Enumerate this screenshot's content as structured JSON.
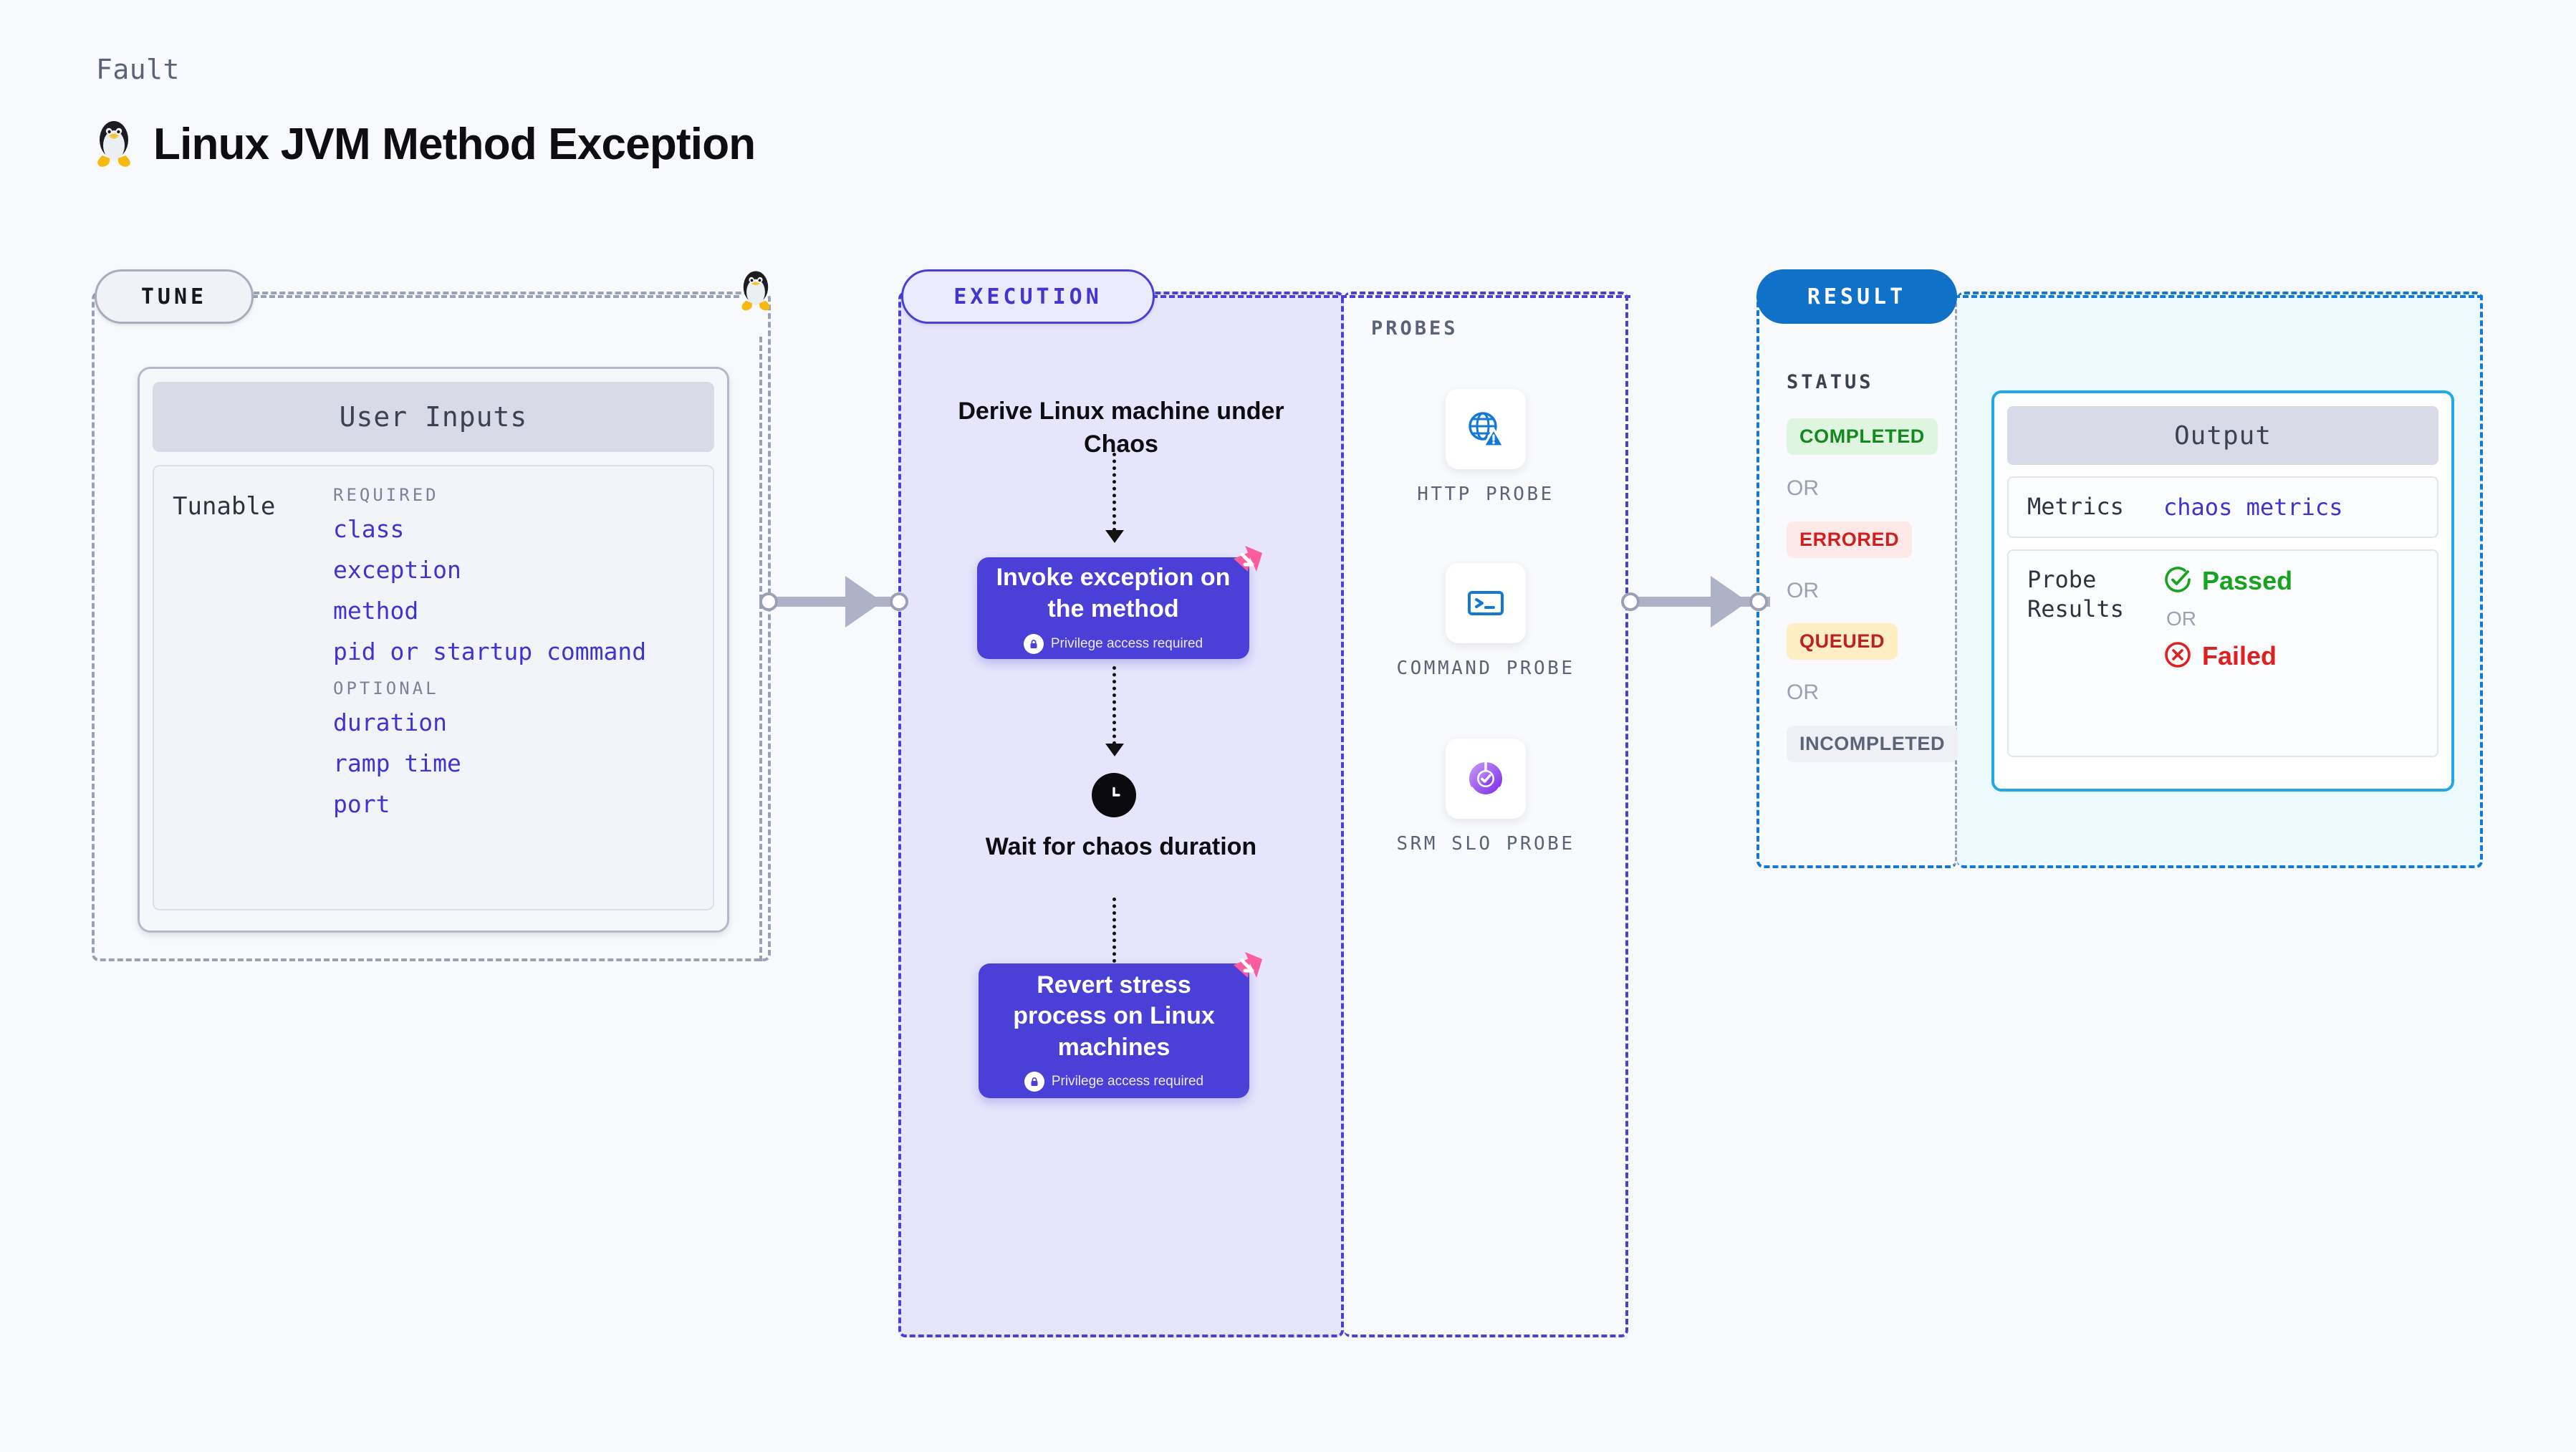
{
  "header": {
    "eyebrow": "Fault",
    "title": "Linux JVM Method Exception",
    "os_icon": "linux-penguin-icon"
  },
  "tune": {
    "pill_label": "TUNE",
    "card_title": "User Inputs",
    "row_label": "Tunable",
    "required_label": "REQUIRED",
    "required_items": [
      "class",
      "exception",
      "method",
      "pid or startup command"
    ],
    "optional_label": "OPTIONAL",
    "optional_items": [
      "duration",
      "ramp time",
      "port"
    ]
  },
  "execution": {
    "pill_label": "EXECUTION",
    "step1_title": "Derive Linux machine under Chaos",
    "step2_title": "Invoke exception on the method",
    "step2_note": "Privilege access required",
    "wait_title": "Wait for chaos duration",
    "step3_title": "Revert stress process on Linux machines",
    "step3_note": "Privilege access required"
  },
  "probes": {
    "section_label": "PROBES",
    "items": [
      {
        "name": "HTTP PROBE",
        "icon": "globe-warning-icon"
      },
      {
        "name": "COMMAND PROBE",
        "icon": "terminal-prompt-icon"
      },
      {
        "name": "SRM SLO PROBE",
        "icon": "slo-check-donut-icon"
      }
    ]
  },
  "result": {
    "pill_label": "RESULT",
    "status_label": "STATUS",
    "or_label": "OR",
    "statuses": [
      {
        "label": "COMPLETED",
        "bg": "#dff5e0",
        "fg": "#128a1e"
      },
      {
        "label": "ERRORED",
        "bg": "#fde9e7",
        "fg": "#cf2020"
      },
      {
        "label": "QUEUED",
        "bg": "#fdeec4",
        "fg": "#c02020"
      },
      {
        "label": "INCOMPLETED",
        "bg": "#eef0f5",
        "fg": "#5a6378"
      }
    ]
  },
  "output": {
    "card_title": "Output",
    "metrics_key": "Metrics",
    "metrics_value": "chaos metrics",
    "probe_results_key": "Probe Results",
    "passed_label": "Passed",
    "or_label": "OR",
    "failed_label": "Failed",
    "passed_color": "#16a31e",
    "failed_color": "#dd2020"
  },
  "colors": {
    "page_bg": "#f8f9fc",
    "execution_purple": "#4a3fd6",
    "execution_lane_bg": "#e6e5fb",
    "result_blue": "#1071c8",
    "output_cyan": "#20a9e8",
    "output_lane_bg": "#ecfaff",
    "chaos_pink": "#fb5d9c"
  }
}
